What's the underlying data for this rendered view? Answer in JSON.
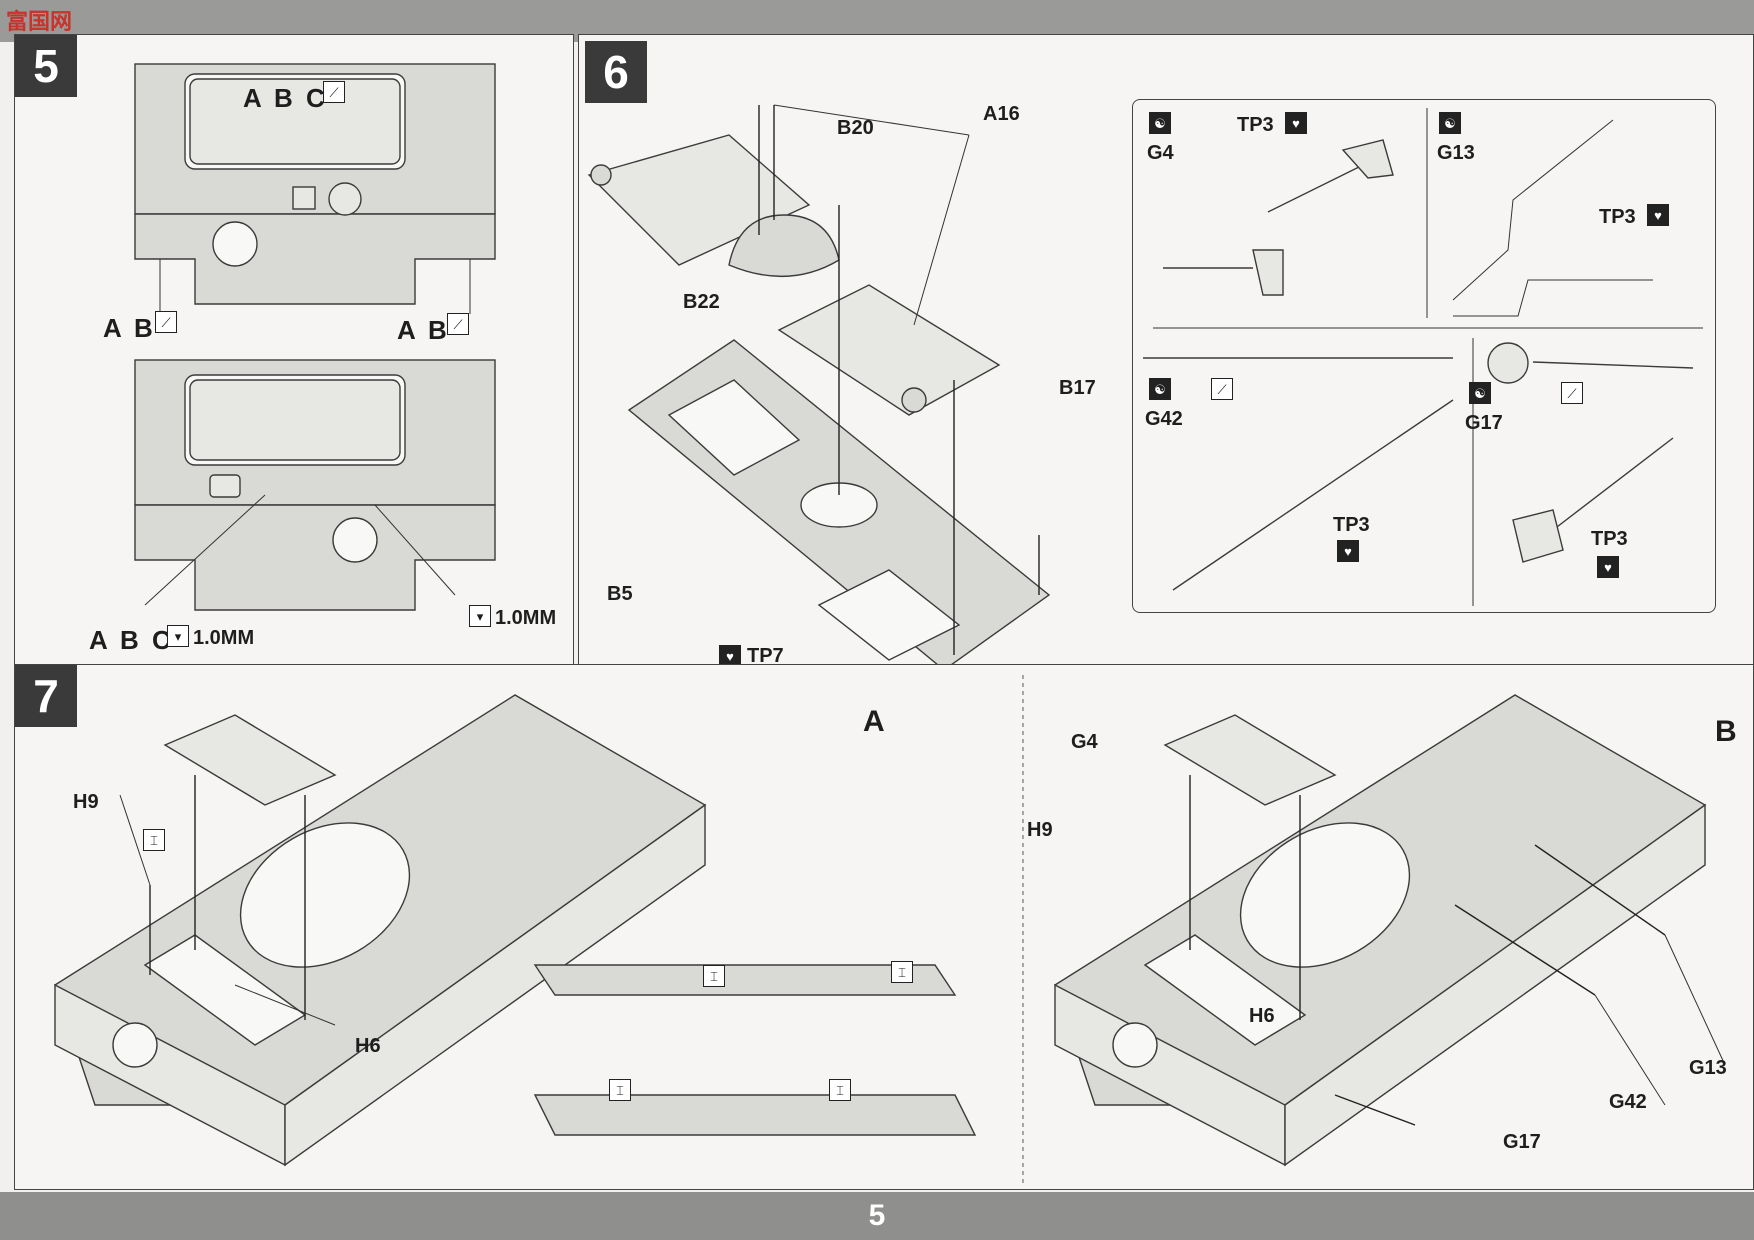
{
  "site_logo": "富国网",
  "page_number": "5",
  "step5": {
    "number": "5",
    "labels": {
      "top_center": "A B C",
      "top_left": "A B",
      "top_right": "A B",
      "bottom_left": "A B C",
      "drill_left": "1.0MM",
      "drill_right": "1.0MM"
    }
  },
  "step6": {
    "number": "6",
    "labels": {
      "a16": "A16",
      "b20": "B20",
      "b22": "B22",
      "b17": "B17",
      "b5": "B5",
      "tp7": "TP7"
    },
    "inset": {
      "g4": "G4",
      "g13": "G13",
      "g42": "G42",
      "g17": "G17",
      "tp3_a": "TP3",
      "tp3_b": "TP3",
      "tp3_c": "TP3",
      "tp3_d": "TP3"
    }
  },
  "step7": {
    "number": "7",
    "variant_a": {
      "title": "A",
      "h9": "H9",
      "h6": "H6"
    },
    "variant_b": {
      "title": "B",
      "g4": "G4",
      "h9": "H9",
      "h6": "H6",
      "g13": "G13",
      "g42": "G42",
      "g17": "G17"
    }
  }
}
